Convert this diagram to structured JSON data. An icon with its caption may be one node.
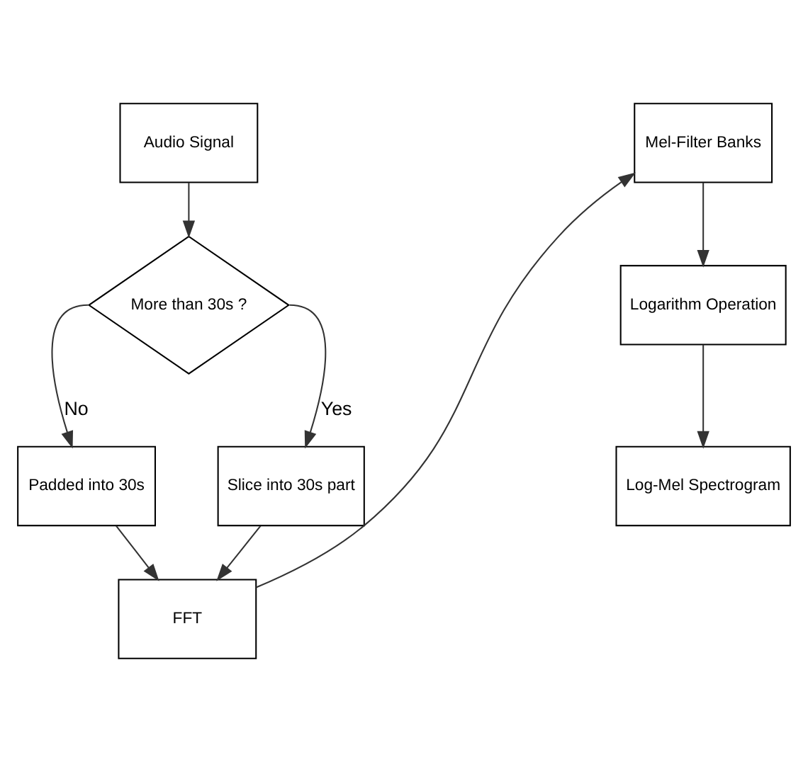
{
  "diagram": {
    "nodes": [
      {
        "text": [
          "Audio Signal"
        ]
      },
      {
        "text": [
          "More than 30s ?"
        ]
      },
      {
        "text": [
          "Padded into 30s"
        ]
      },
      {
        "text": [
          "Slice into 30s part"
        ]
      },
      {
        "text": [
          "FFT"
        ]
      },
      {
        "text": [
          "Mel-Filter Banks"
        ]
      },
      {
        "text": [
          "Logarithm Operation"
        ]
      },
      {
        "text": [
          "Log-Mel Spectrogram"
        ]
      }
    ],
    "edges": [
      {
        "from": 0,
        "to": 1,
        "arrow": "to"
      },
      {
        "from": 1,
        "to": 2,
        "arrow": "to",
        "label": "No"
      },
      {
        "from": 1,
        "to": 3,
        "arrow": "to",
        "label": "Yes"
      },
      {
        "from": 2,
        "to": 4,
        "arrow": "to"
      },
      {
        "from": 3,
        "to": 4,
        "arrow": "to"
      },
      {
        "from": 4,
        "to": 5,
        "arrow": "to"
      },
      {
        "from": 5,
        "to": 6,
        "arrow": "to"
      },
      {
        "from": 6,
        "to": 7,
        "arrow": "to"
      }
    ]
  }
}
